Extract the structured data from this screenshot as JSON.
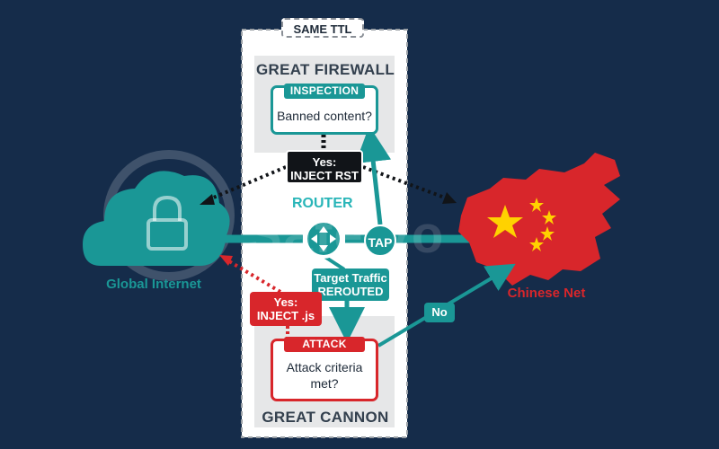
{
  "ttl_label": "SAME TTL",
  "great_firewall": {
    "title": "GREAT FIREWALL",
    "inspection": {
      "tag": "INSPECTION",
      "question": "Banned content?"
    },
    "yes_badge": "Yes:\nINJECT RST"
  },
  "router": {
    "label": "ROUTER",
    "tap_label": "TAP",
    "reroute_badge": "Target Traffic\nREROUTED"
  },
  "great_cannon": {
    "title": "GREAT CANNON",
    "attack": {
      "tag": "ATTACK",
      "question": "Attack criteria\nmet?"
    },
    "yes_badge": "Yes:\nINJECT .js",
    "no_badge": "No"
  },
  "endpoints": {
    "left": "Global Internet",
    "right": "Chinese Net"
  },
  "watermark": "Safelyo",
  "colors": {
    "background": "#152c4a",
    "teal": "#1a9796",
    "red": "#d8262b",
    "panel": "#ffffff",
    "section": "#e6e7e8"
  }
}
